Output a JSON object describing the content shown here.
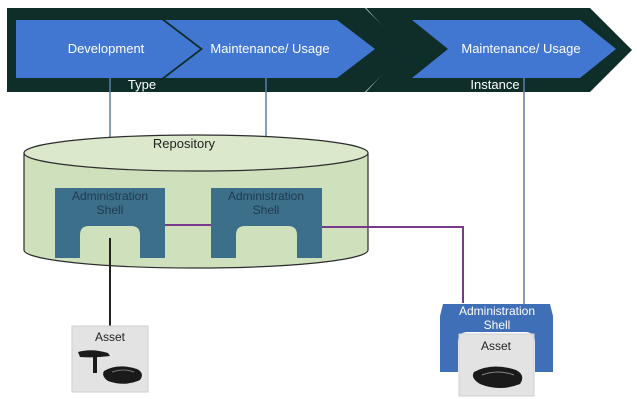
{
  "type_band": {
    "development_label": "Development",
    "maintenance_label": "Maintenance/ Usage",
    "caption": "Type"
  },
  "instance_band": {
    "maintenance_label": "Maintenance/ Usage",
    "caption": "Instance"
  },
  "repository": {
    "label": "Repository",
    "shells": [
      {
        "line1": "Administration",
        "line2": "Shell"
      },
      {
        "line1": "Administration",
        "line2": "Shell"
      }
    ]
  },
  "instance_shell": {
    "line1": "Administration",
    "line2": "Shell"
  },
  "assets": [
    {
      "label": "Asset"
    },
    {
      "label": "Asset"
    }
  ],
  "colors": {
    "band_dark": "#0f2e2a",
    "chevron_blue": "#4177d0",
    "repository_fill": "#cfe0bd",
    "shell_blue": "#3b6f8a",
    "instance_shell_blue": "#3f6fb6",
    "connector_purple": "#7a3a8c",
    "link_blue": "#5a7fa8"
  },
  "icons": {
    "type_asset_image": "saddle-and-seatpost-icon",
    "instance_asset_image": "saddle-icon"
  }
}
